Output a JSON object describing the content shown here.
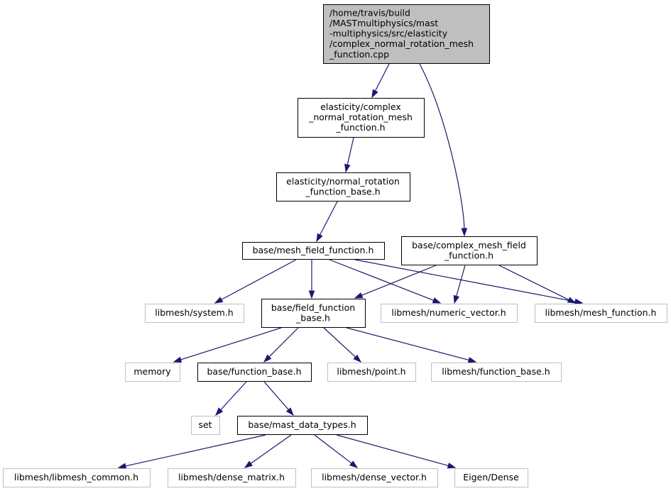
{
  "diagram": {
    "colors": {
      "edge": "#191970",
      "root_fill": "#bfbfbf",
      "root_border": "#000000",
      "node_fill": "#ffffff",
      "node_border": "#000000",
      "external_border": "#bfbfbf"
    },
    "nodes": [
      {
        "id": "root",
        "kind": "root",
        "lines": [
          "/home/travis/build",
          "/MASTmultiphysics/mast",
          "-multiphysics/src/elasticity",
          "/complex_normal_rotation_mesh",
          "_function.cpp"
        ]
      },
      {
        "id": "cnrmf",
        "kind": "internal",
        "lines": [
          "elasticity/complex",
          "_normal_rotation_mesh",
          "_function.h"
        ]
      },
      {
        "id": "nrfb",
        "kind": "internal",
        "lines": [
          "elasticity/normal_rotation",
          "_function_base.h"
        ]
      },
      {
        "id": "mff",
        "kind": "internal",
        "lines": [
          "base/mesh_field_function.h"
        ]
      },
      {
        "id": "cmff",
        "kind": "internal",
        "lines": [
          "base/complex_mesh_field",
          "_function.h"
        ]
      },
      {
        "id": "system",
        "kind": "external",
        "lines": [
          "libmesh/system.h"
        ]
      },
      {
        "id": "ffb",
        "kind": "internal",
        "lines": [
          "base/field_function",
          "_base.h"
        ]
      },
      {
        "id": "numvec",
        "kind": "external",
        "lines": [
          "libmesh/numeric_vector.h"
        ]
      },
      {
        "id": "meshfunc",
        "kind": "external",
        "lines": [
          "libmesh/mesh_function.h"
        ]
      },
      {
        "id": "memory",
        "kind": "external",
        "lines": [
          "memory"
        ]
      },
      {
        "id": "fb",
        "kind": "internal",
        "lines": [
          "base/function_base.h"
        ]
      },
      {
        "id": "point",
        "kind": "external",
        "lines": [
          "libmesh/point.h"
        ]
      },
      {
        "id": "lmfb",
        "kind": "external",
        "lines": [
          "libmesh/function_base.h"
        ]
      },
      {
        "id": "set",
        "kind": "external",
        "lines": [
          "set"
        ]
      },
      {
        "id": "mdt",
        "kind": "internal",
        "lines": [
          "base/mast_data_types.h"
        ]
      },
      {
        "id": "lmcommon",
        "kind": "external",
        "lines": [
          "libmesh/libmesh_common.h"
        ]
      },
      {
        "id": "densemat",
        "kind": "external",
        "lines": [
          "libmesh/dense_matrix.h"
        ]
      },
      {
        "id": "densevec",
        "kind": "external",
        "lines": [
          "libmesh/dense_vector.h"
        ]
      },
      {
        "id": "eigen",
        "kind": "external",
        "lines": [
          "Eigen/Dense"
        ]
      }
    ],
    "edges": [
      {
        "from": "root",
        "to": "cnrmf"
      },
      {
        "from": "root",
        "to": "cmff"
      },
      {
        "from": "cnrmf",
        "to": "nrfb"
      },
      {
        "from": "nrfb",
        "to": "mff"
      },
      {
        "from": "mff",
        "to": "system"
      },
      {
        "from": "mff",
        "to": "ffb"
      },
      {
        "from": "mff",
        "to": "numvec"
      },
      {
        "from": "mff",
        "to": "meshfunc"
      },
      {
        "from": "cmff",
        "to": "ffb"
      },
      {
        "from": "cmff",
        "to": "numvec"
      },
      {
        "from": "cmff",
        "to": "meshfunc"
      },
      {
        "from": "ffb",
        "to": "memory"
      },
      {
        "from": "ffb",
        "to": "fb"
      },
      {
        "from": "ffb",
        "to": "point"
      },
      {
        "from": "ffb",
        "to": "lmfb"
      },
      {
        "from": "fb",
        "to": "set"
      },
      {
        "from": "fb",
        "to": "mdt"
      },
      {
        "from": "mdt",
        "to": "lmcommon"
      },
      {
        "from": "mdt",
        "to": "densemat"
      },
      {
        "from": "mdt",
        "to": "densevec"
      },
      {
        "from": "mdt",
        "to": "eigen"
      }
    ]
  }
}
